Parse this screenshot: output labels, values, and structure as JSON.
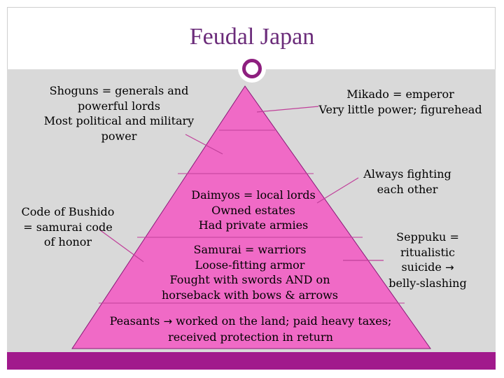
{
  "title": "Feudal Japan",
  "colors": {
    "accent": "#a11a8c",
    "pyramid": "#f06ac6",
    "panel": "#d9d9d9",
    "title": "#6b2c7a"
  },
  "arrow_glyph": "→",
  "labels": {
    "shoguns": [
      "Shoguns = generals and",
      "powerful lords",
      "Most political and military",
      "power"
    ],
    "mikado": [
      "Mikado = emperor",
      "Very little power; figurehead"
    ],
    "fighting": [
      "Always fighting",
      "each other"
    ],
    "bushido": [
      "Code of Bushido",
      "= samurai code",
      "of honor"
    ],
    "daimyos": [
      "Daimyos = local lords",
      "Owned estates",
      "Had private armies"
    ],
    "samurai": [
      "Samurai = warriors",
      "Loose-fitting armor",
      "Fought with swords AND on",
      "horseback with bows & arrows"
    ],
    "seppuku_1": "Seppuku =",
    "seppuku_2": "ritualistic",
    "seppuku_3a": "suicide",
    "seppuku_4": "belly-slashing",
    "peasants_1a": "Peasants",
    "peasants_1b": " worked on the land; paid heavy taxes;",
    "peasants_2": "received protection in return"
  }
}
